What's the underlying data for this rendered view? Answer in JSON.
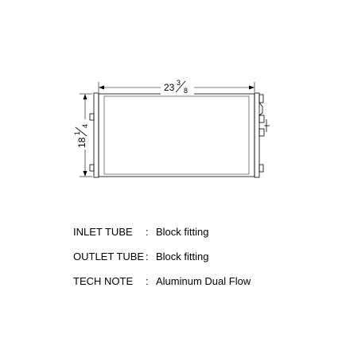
{
  "diagram": {
    "width_whole": "23",
    "width_frac_num": "3",
    "width_frac_den": "8",
    "height_whole": "18",
    "height_frac_num": "1",
    "height_frac_den": "4"
  },
  "specs": [
    {
      "label": "INLET TUBE",
      "colon": ":",
      "value": "Block fitting"
    },
    {
      "label": "OUTLET TUBE",
      "colon": ":",
      "value": "Block fitting"
    },
    {
      "label": "TECH NOTE",
      "colon": ":",
      "value": "Aluminum Dual Flow"
    }
  ]
}
